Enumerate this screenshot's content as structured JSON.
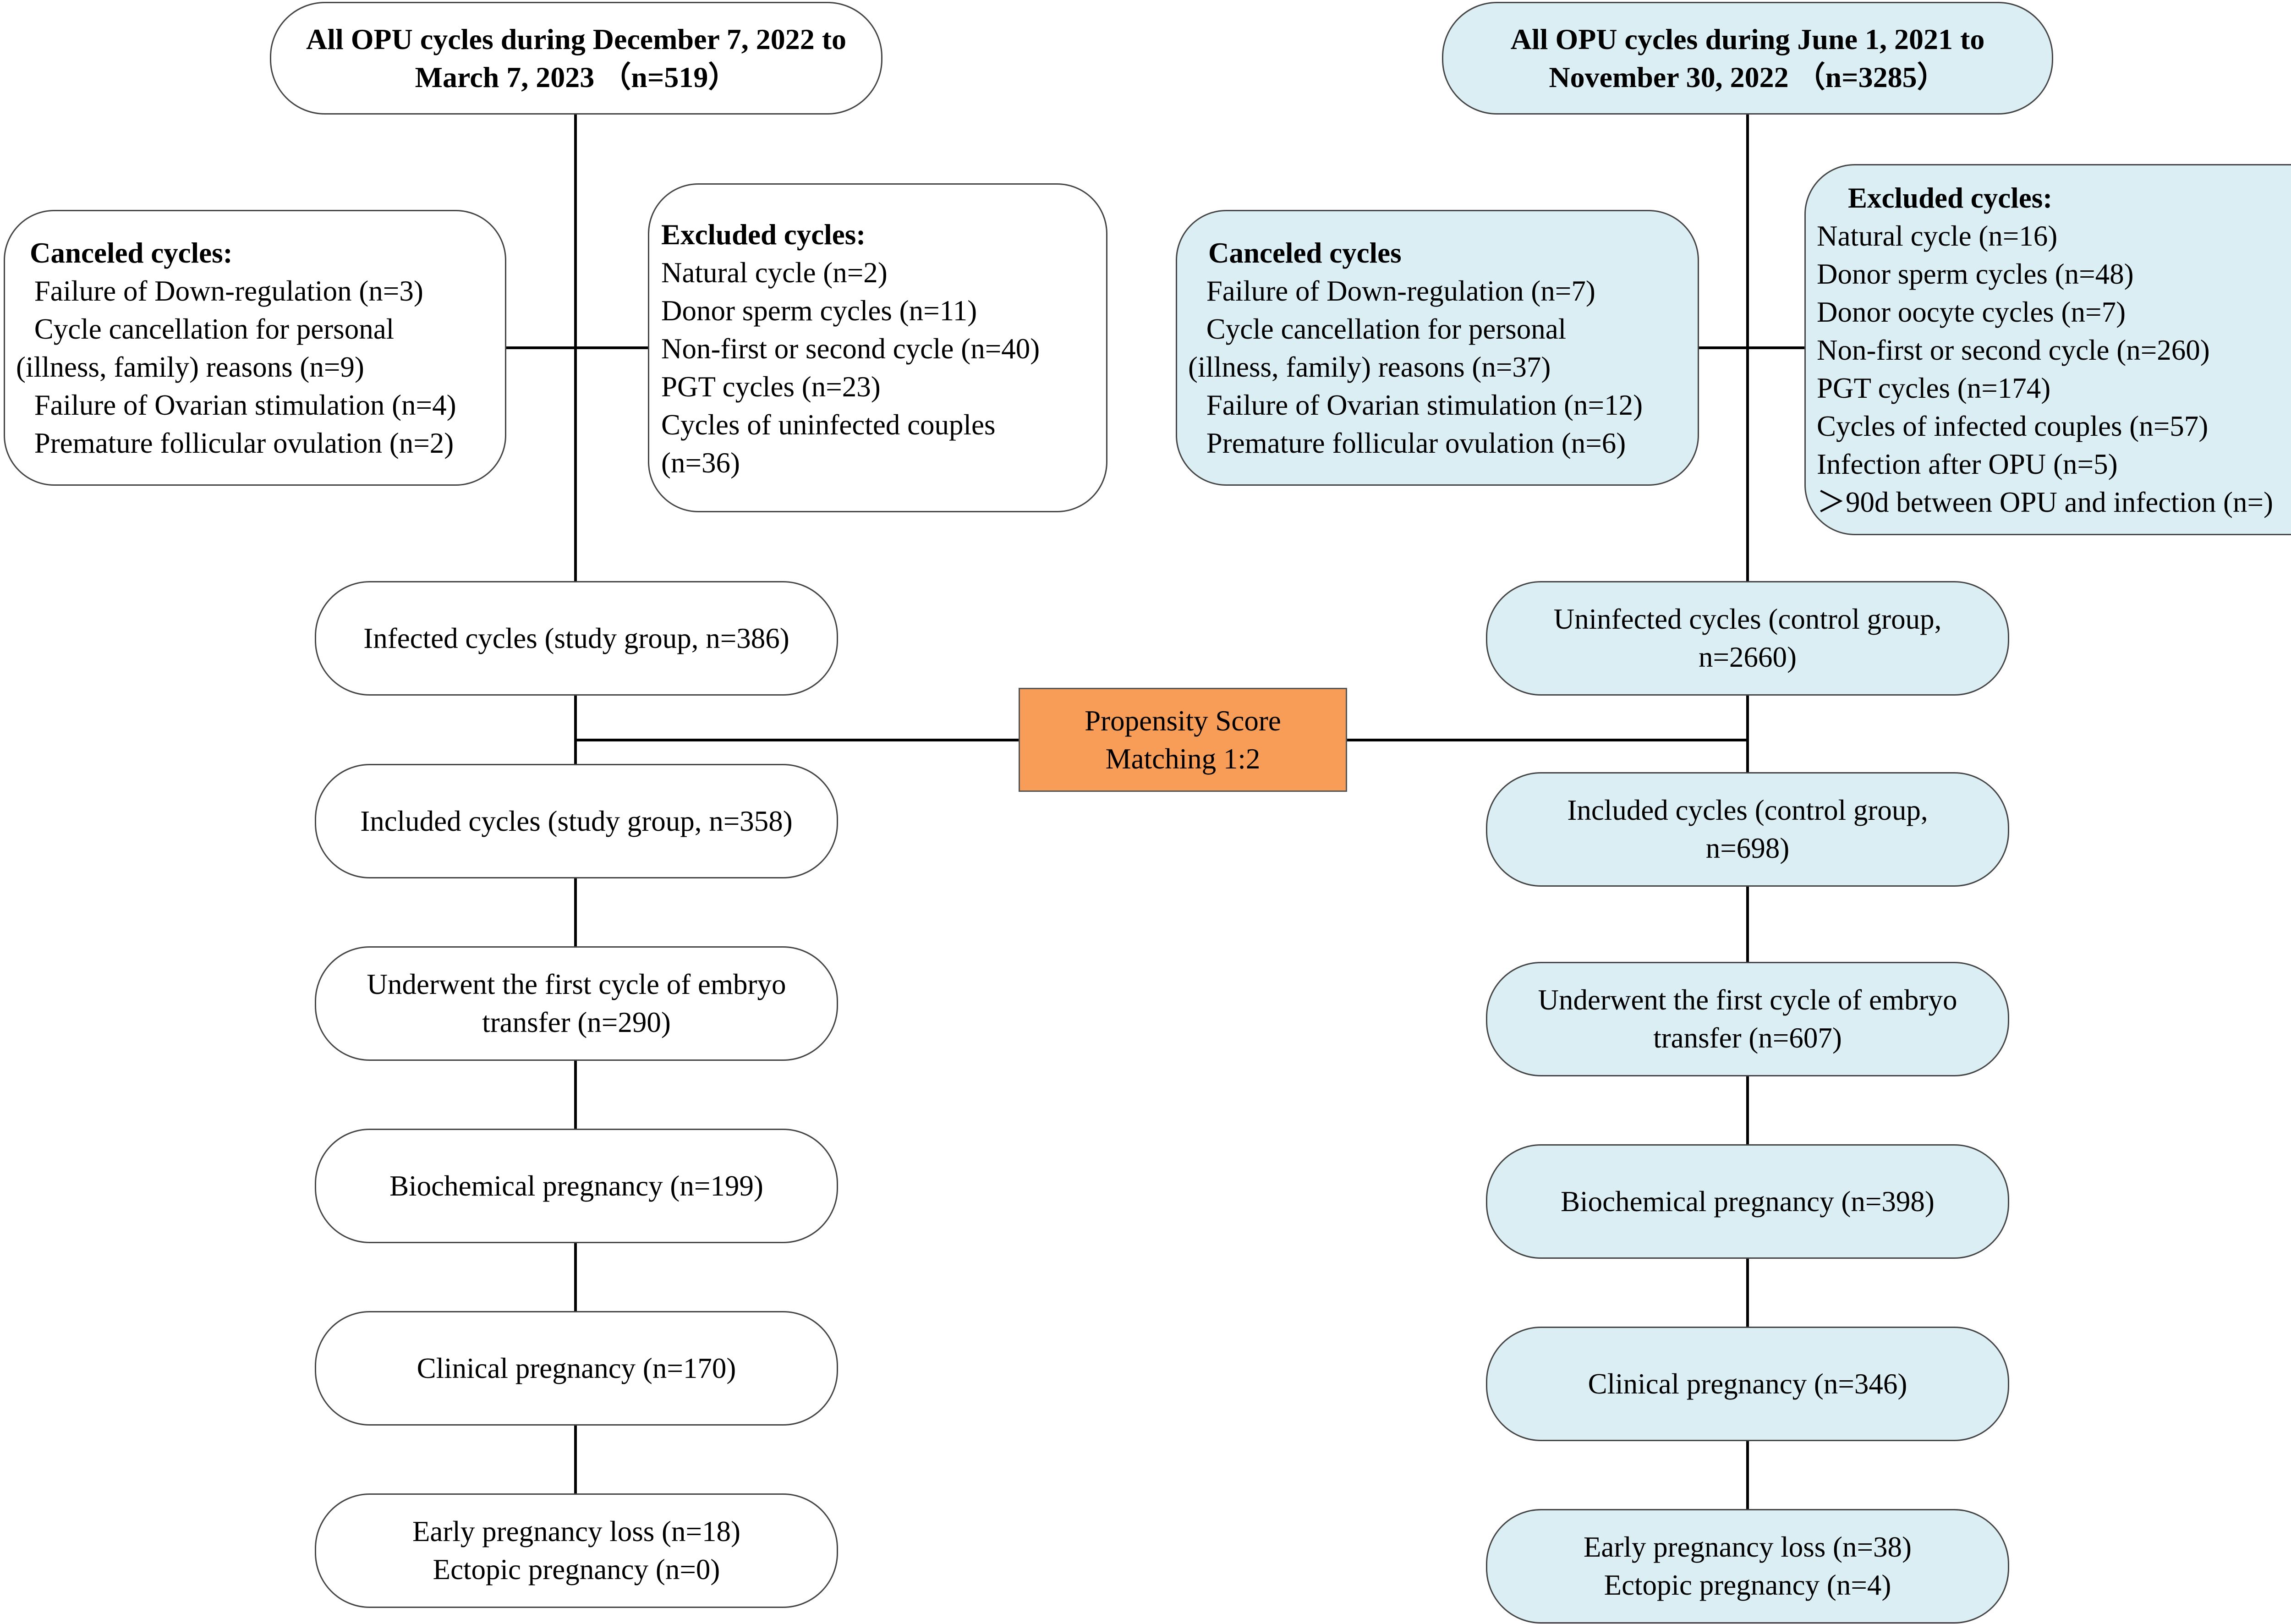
{
  "left": {
    "top": {
      "line1": "All OPU cycles during December 7, 2022 to",
      "line2": "March 7, 2023 （n=519）"
    },
    "canceled": {
      "title": "Canceled cycles:",
      "items": [
        " Failure of Down-regulation (n=3)",
        " Cycle cancellation for personal",
        "(illness, family) reasons (n=9)",
        " Failure of Ovarian stimulation (n=4)",
        " Premature follicular ovulation (n=2)"
      ]
    },
    "excluded": {
      "title": "Excluded cycles:",
      "items": [
        "Natural cycle (n=2)",
        "Donor sperm cycles (n=11)",
        "Non-first or second cycle (n=40)",
        "PGT cycles (n=23)",
        "Cycles of uninfected couples",
        "(n=36)"
      ]
    },
    "steps": [
      [
        "Infected cycles (study group, n=386)"
      ],
      [
        "Included cycles (study group, n=358)"
      ],
      [
        "Underwent the first cycle of embryo",
        "transfer (n=290)"
      ],
      [
        "Biochemical pregnancy (n=199)"
      ],
      [
        "Clinical pregnancy (n=170)"
      ],
      [
        "Early pregnancy loss (n=18)",
        "Ectopic pregnancy (n=0)"
      ]
    ]
  },
  "right": {
    "top": {
      "line1": "All OPU cycles during June 1, 2021 to",
      "line2": "November 30, 2022 （n=3285）"
    },
    "canceled": {
      "title": "Canceled cycles",
      "items": [
        " Failure of Down-regulation (n=7)",
        " Cycle cancellation for personal",
        "(illness, family) reasons (n=37)",
        " Failure of Ovarian stimulation (n=12)",
        " Premature follicular ovulation (n=6)"
      ]
    },
    "excluded": {
      "title": "Excluded cycles:",
      "items": [
        "Natural cycle (n=16)",
        "Donor sperm cycles (n=48)",
        "Donor oocyte cycles (n=7)",
        "Non-first or second cycle (n=260)",
        "PGT cycles (n=174)",
        "Cycles of infected couples (n=57)",
        "Infection after OPU (n=5)",
        "＞90d between OPU and infection (n=)"
      ]
    },
    "steps": [
      [
        "Uninfected cycles (control group,",
        "n=2660)"
      ],
      [
        "Included cycles (control group,",
        "n=698)"
      ],
      [
        "Underwent the first cycle of embryo",
        "transfer (n=607)"
      ],
      [
        "Biochemical pregnancy (n=398)"
      ],
      [
        "Clinical pregnancy (n=346)"
      ],
      [
        "Early pregnancy loss (n=38)",
        "Ectopic pregnancy (n=4)"
      ]
    ]
  },
  "psm": {
    "line1": "Propensity Score",
    "line2": "Matching 1:2"
  },
  "colors": {
    "control_fill": "#dbeef4",
    "psm_fill": "#f79d58",
    "study_fill": "#ffffff"
  }
}
